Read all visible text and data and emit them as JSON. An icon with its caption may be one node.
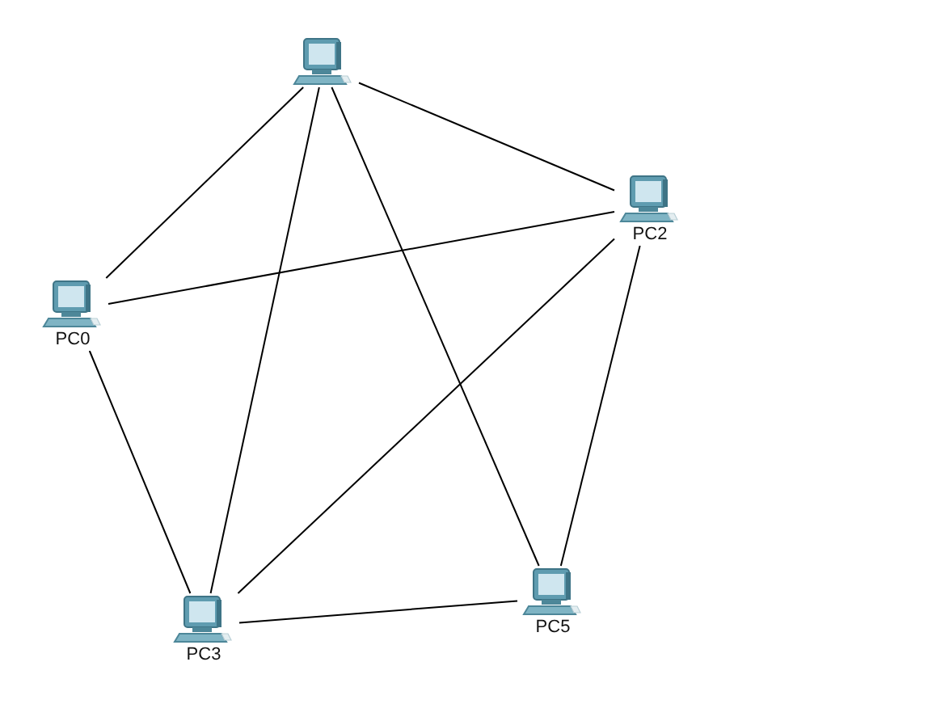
{
  "diagram": {
    "nodes": [
      {
        "text": [],
        "shape": "computer"
      },
      {
        "text": [
          "PC2"
        ]
      },
      {
        "text": [
          "PC0"
        ]
      },
      {
        "text": [
          "PC3"
        ]
      },
      {
        "text": [
          "PC5"
        ]
      }
    ],
    "edges": [
      {
        "from": 0,
        "to": 2,
        "arrow": "none"
      },
      {
        "from": 0,
        "to": 1,
        "arrow": "none"
      },
      {
        "from": 0,
        "to": 3,
        "arrow": "none"
      },
      {
        "from": 0,
        "to": 4,
        "arrow": "none"
      },
      {
        "from": 2,
        "to": 1,
        "arrow": "none"
      },
      {
        "from": 2,
        "to": 3,
        "arrow": "none"
      },
      {
        "from": 1,
        "to": 3,
        "arrow": "none"
      },
      {
        "from": 1,
        "to": 4,
        "arrow": "none"
      },
      {
        "from": 3,
        "to": 4,
        "arrow": "none"
      }
    ]
  }
}
